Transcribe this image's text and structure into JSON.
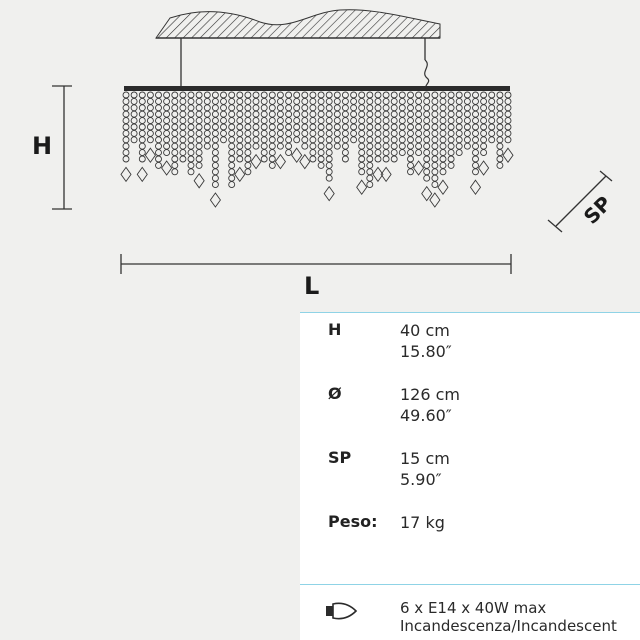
{
  "dimensions": {
    "h_label": "H",
    "l_label": "L",
    "sp_label": "SP"
  },
  "specs": [
    {
      "key": "H",
      "metric": "40 cm",
      "imperial": "15.80″"
    },
    {
      "key": "Ø",
      "metric": "126 cm",
      "imperial": "49.60″"
    },
    {
      "key": "SP",
      "metric": "15 cm",
      "imperial": "5.90″"
    },
    {
      "key": "Peso:",
      "metric": "17 kg",
      "imperial": ""
    }
  ],
  "lamp": {
    "icon": "candle-bulb-icon",
    "line1": "6 x E14 x 40W max",
    "line2": "Incandescenza/Incandescent"
  },
  "colors": {
    "accent_line": "#8fd3e6",
    "drawing": "#2b2b2b"
  }
}
